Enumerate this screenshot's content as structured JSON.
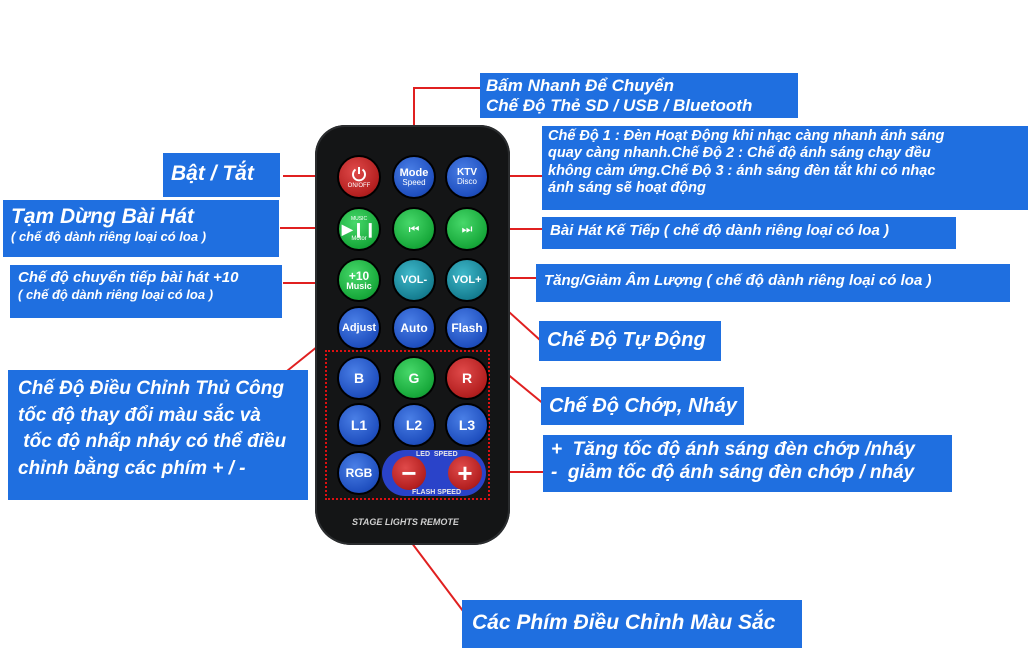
{
  "colors": {
    "label_bg": "#1f6fe0",
    "line": "#e02020",
    "remote": "#141516"
  },
  "labels": {
    "mode_switch": [
      "Bấm Nhanh Để Chuyển",
      "Chế Độ Thẻ SD / USB / Bluetooth"
    ],
    "power": "Bật / Tắt",
    "pause": [
      "Tạm Dừng Bài Hát",
      "( chế độ dành riêng loại có loa )"
    ],
    "skip10": [
      "Chế độ chuyển tiếp bài hát +10",
      "( chế độ dành riêng loại có loa )"
    ],
    "ktv": [
      "Chế Độ 1 : Đèn Hoạt Động khi nhạc càng nhanh ánh sáng",
      "quay càng nhanh.Chế Độ 2 : Chế độ ánh sáng chạy đều",
      "không cảm ứng.Chế Độ 3 : ánh sáng đèn tắt khi có nhạc",
      "ánh sáng sẽ hoạt động"
    ],
    "next": "Bài Hát Kế Tiếp ( chế độ dành riêng loại có loa )",
    "volume": "Tăng/Giảm Âm Lượng ( chế độ dành riêng loại có loa )",
    "auto": "Chế Độ Tự Động",
    "manual": [
      "Chế Độ Điều Chỉnh Thủ Công",
      "tốc độ thay đổi màu sắc và",
      " tốc độ nhấp nháy có thể điều",
      "chỉnh bằng các phím + / -"
    ],
    "flash": "Chế Độ Chớp, Nháy",
    "speed": [
      "+  Tăng tốc độ ánh sáng đèn chớp /nháy",
      "-  giảm tốc độ ánh sáng đèn chớp / nháy"
    ],
    "colors_keys": "Các Phím Điều Chỉnh Màu Sắc"
  },
  "remote": {
    "power_label": "ON/OFF",
    "power_icon": "power-icon",
    "mode": "Mode",
    "mode_sub": "Speed",
    "ktv": "KTV",
    "ktv_sub": "Disco",
    "music_top": "MUSIC",
    "music_bottom": "Motor",
    "plus10": "+10",
    "plus10_sub": "Music",
    "vol_minus": "VOL-",
    "vol_plus": "VOL+",
    "adjust": "Adjust",
    "auto": "Auto",
    "flash": "Flash",
    "b": "B",
    "g": "G",
    "r": "R",
    "l1": "L1",
    "l2": "L2",
    "l3": "L3",
    "rgb": "RGB",
    "led_speed": "LED  SPEED",
    "flash_speed": "FLASH SPEED",
    "minus": "−",
    "plus": "+",
    "footer": "STAGE LIGHTS REMOTE"
  }
}
